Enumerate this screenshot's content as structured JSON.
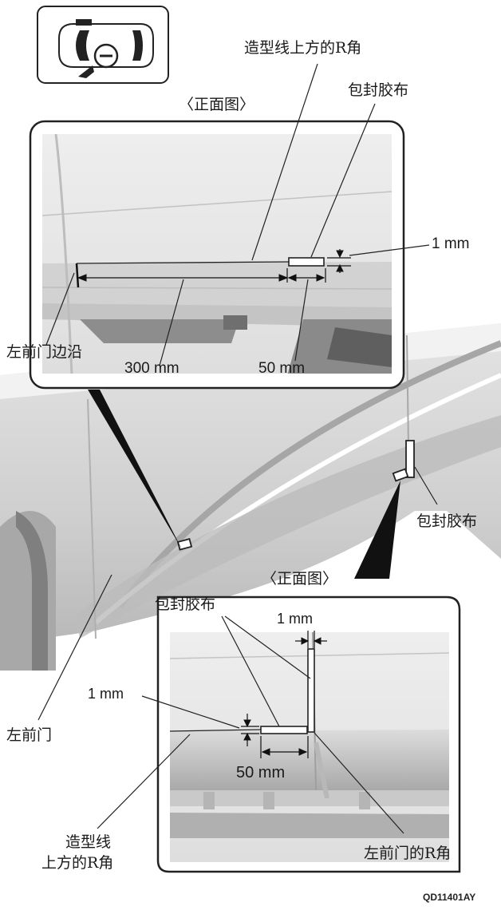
{
  "top_inset": {
    "view_title": "〈正面图〉",
    "label_r_corner": "造型线上方的R角",
    "label_tape": "包封胶布",
    "dim_gap": "1 mm",
    "label_door_edge": "左前门边沿",
    "dim_length": "300 mm",
    "dim_tape_width": "50 mm"
  },
  "main_view": {
    "label_tape": "包封胶布",
    "label_front_door": "左前门"
  },
  "bottom_inset": {
    "view_title": "〈正面图〉",
    "label_tape": "包封胶布",
    "dim_gap_vertical": "1 mm",
    "dim_gap_horizontal": "1 mm",
    "dim_tape_width": "50 mm",
    "label_r_corner_line1": "造型线",
    "label_r_corner_line2": "上方的R角",
    "label_door_r_corner": "左前门的R角"
  },
  "figure_code": "QD11401AY",
  "colors": {
    "panel_light": "#e9e9e9",
    "panel_mid": "#d4d4d4",
    "panel_dark": "#8f8f8f",
    "line": "#1a1a1a"
  }
}
